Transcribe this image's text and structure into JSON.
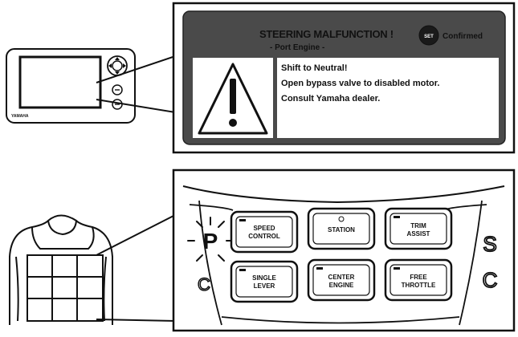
{
  "device": {
    "brand": "YAMAHA"
  },
  "alert": {
    "title": "STEERING MALFUNCTION !",
    "subtitle": "- Port Engine -",
    "set_button_label": "SET",
    "confirm_label": "Confirmed",
    "icon": "warning-triangle-icon",
    "messages": [
      "Shift to Neutral!",
      "Open bypass valve to disabled motor.",
      "Consult Yamaha dealer."
    ]
  },
  "keypad": {
    "indicator_letter": "P",
    "side_letters": [
      "S",
      "C"
    ],
    "buttons": [
      {
        "line1": "SPEED",
        "line2": "CONTROL"
      },
      {
        "line1": "STATION",
        "line2": ""
      },
      {
        "line1": "TRIM",
        "line2": "ASSIST"
      },
      {
        "line1": "SINGLE",
        "line2": "LEVER"
      },
      {
        "line1": "CENTER",
        "line2": "ENGINE"
      },
      {
        "line1": "FREE",
        "line2": "THROTTLE"
      }
    ]
  },
  "colors": {
    "panel_dark": "#4a4a4a",
    "ink": "#111111",
    "screen_white": "#ffffff"
  }
}
